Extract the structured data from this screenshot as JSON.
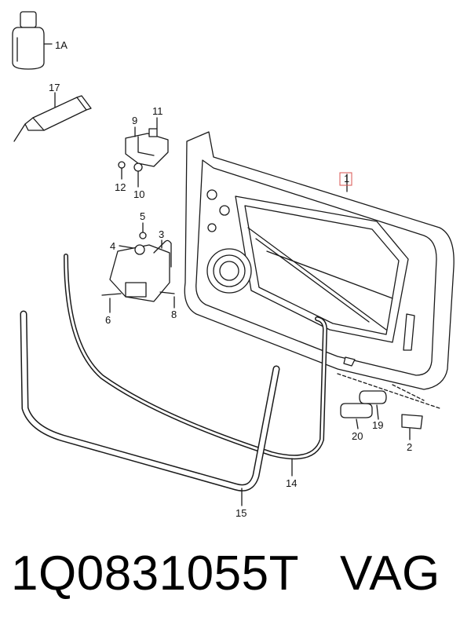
{
  "callouts": {
    "c1A": "1A",
    "c17": "17",
    "c9": "9",
    "c11": "11",
    "c12": "12",
    "c10": "10",
    "c1": "1",
    "c5": "5",
    "c4": "4",
    "c3": "3",
    "c6": "6",
    "c8": "8",
    "c20": "20",
    "c19": "19",
    "c2": "2",
    "c14": "14",
    "c15": "15"
  },
  "footer": {
    "part_number": "1Q0831055T",
    "manufacturer": "VAG"
  },
  "colors": {
    "line": "#1a1a1a",
    "highlight": "#d9534f",
    "background": "#ffffff"
  }
}
